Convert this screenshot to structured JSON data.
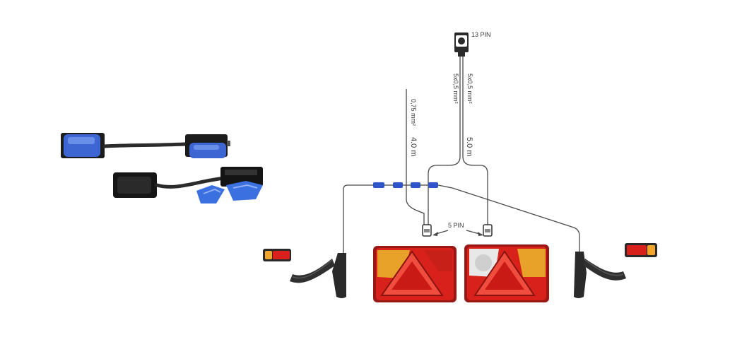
{
  "labels": {
    "connector_13pin": "13 PIN",
    "cable_spec_a": "5x0,5 mm²",
    "cable_spec_b": "5x0,5 mm²",
    "cable_length_main": "5.0 m",
    "cable_spec_thin": "0,75 mm²",
    "cable_length_side": "4.0 m",
    "connector_5pin": "5 PIN"
  },
  "colors": {
    "wire": "#4a4a4a",
    "connector_blue": "#2f55c8",
    "lamp_red": "#d9211c",
    "lamp_amber": "#f2a52b",
    "cable_black": "#2b2b2b"
  },
  "icons": {
    "plug_13pin": "plug-13pin-icon",
    "plug_5pin": "plug-5pin-icon",
    "inline_connector": "inline-connector-icon"
  }
}
